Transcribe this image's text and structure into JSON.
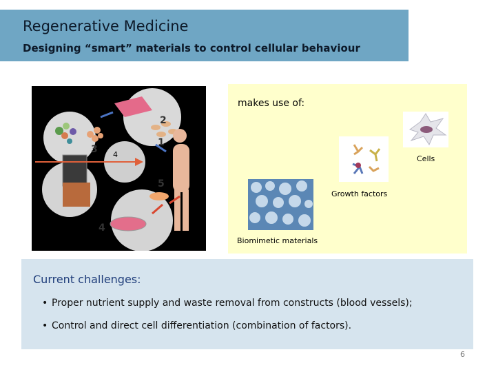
{
  "header": {
    "title": "Regenerative Medicine",
    "subtitle": "Designing “smart” materials to control cellular behaviour"
  },
  "diagram": {
    "step_labels": [
      "1",
      "2",
      "3",
      "4",
      "5",
      "4"
    ],
    "arrow_label": "4"
  },
  "panel": {
    "heading": "makes use of:",
    "items": {
      "cells": "Cells",
      "growth_factors": "Growth factors",
      "biomimetic": "Biomimetic materials"
    }
  },
  "challenges": {
    "title": "Current challenges:",
    "items": [
      "Proper nutrient supply and waste removal from constructs (blood vessels);",
      "Control and direct cell differentiation (combination of factors)."
    ]
  },
  "page_number": "6",
  "colors": {
    "header_bg": "#6fa6c4",
    "panel_bg": "#ffffcc",
    "challenges_bg": "#d6e4ee",
    "challenges_title": "#1f3d7a"
  }
}
